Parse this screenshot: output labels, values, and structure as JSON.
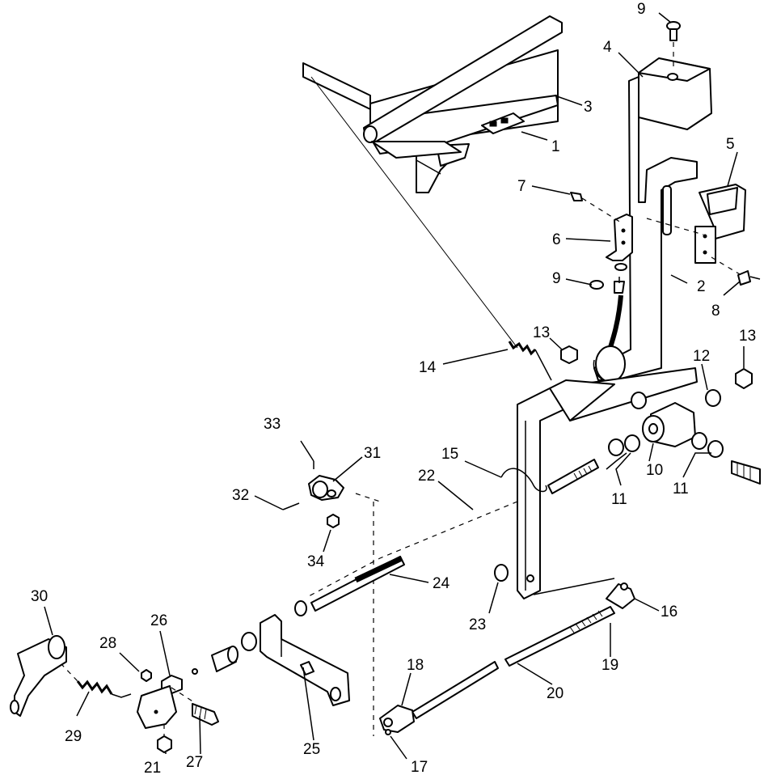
{
  "callouts": [
    {
      "id": "c1",
      "text": "1"
    },
    {
      "id": "c2",
      "text": "2"
    },
    {
      "id": "c3",
      "text": "3"
    },
    {
      "id": "c4",
      "text": "4"
    },
    {
      "id": "c5",
      "text": "5"
    },
    {
      "id": "c6",
      "text": "6"
    },
    {
      "id": "c7",
      "text": "7"
    },
    {
      "id": "c8",
      "text": "8"
    },
    {
      "id": "c9a",
      "text": "9"
    },
    {
      "id": "c9b",
      "text": "9"
    },
    {
      "id": "c10",
      "text": "10"
    },
    {
      "id": "c11a",
      "text": "11"
    },
    {
      "id": "c11b",
      "text": "11"
    },
    {
      "id": "c12",
      "text": "12"
    },
    {
      "id": "c13a",
      "text": "13"
    },
    {
      "id": "c13b",
      "text": "13"
    },
    {
      "id": "c14",
      "text": "14"
    },
    {
      "id": "c15",
      "text": "15"
    },
    {
      "id": "c16",
      "text": "16"
    },
    {
      "id": "c17",
      "text": "17"
    },
    {
      "id": "c18",
      "text": "18"
    },
    {
      "id": "c19",
      "text": "19"
    },
    {
      "id": "c20",
      "text": "20"
    },
    {
      "id": "c21",
      "text": "21"
    },
    {
      "id": "c22",
      "text": "22"
    },
    {
      "id": "c23",
      "text": "23"
    },
    {
      "id": "c24",
      "text": "24"
    },
    {
      "id": "c25",
      "text": "25"
    },
    {
      "id": "c26",
      "text": "26"
    },
    {
      "id": "c27",
      "text": "27"
    },
    {
      "id": "c28",
      "text": "28"
    },
    {
      "id": "c29",
      "text": "29"
    },
    {
      "id": "c30",
      "text": "30"
    },
    {
      "id": "c31",
      "text": "31"
    },
    {
      "id": "c32",
      "text": "32"
    },
    {
      "id": "c33",
      "text": "33"
    },
    {
      "id": "c34",
      "text": "34"
    }
  ]
}
